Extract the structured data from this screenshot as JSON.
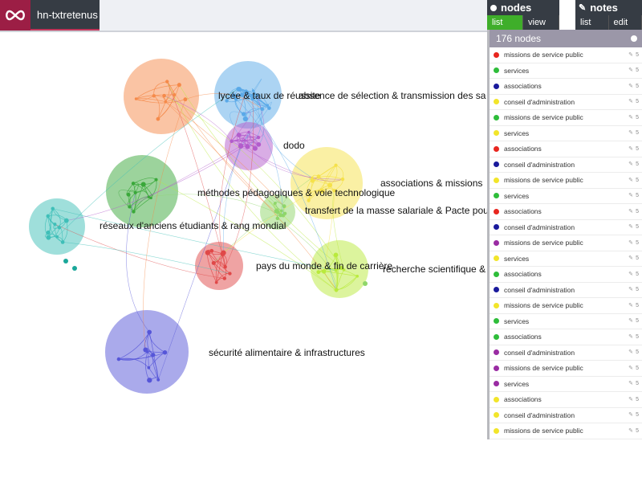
{
  "app": {
    "title": "hn-txtretenus",
    "logo": "infinity-icon"
  },
  "nodes_panel": {
    "title": "nodes",
    "tabs": [
      {
        "label": "list",
        "active": true
      },
      {
        "label": "view",
        "active": false
      }
    ]
  },
  "notes_panel": {
    "title": "notes",
    "tabs": [
      {
        "label": "list",
        "active": false
      },
      {
        "label": "edit",
        "active": false
      }
    ]
  },
  "list": {
    "header": "176 nodes",
    "rows": [
      {
        "label": "missions de service public",
        "color": "#e8261f",
        "count": "5"
      },
      {
        "label": "services",
        "color": "#2ebd3a",
        "count": "5"
      },
      {
        "label": "associations",
        "color": "#1a1a9c",
        "count": "5"
      },
      {
        "label": "conseil d'administration",
        "color": "#f2e52a",
        "count": "5"
      },
      {
        "label": "missions de service public",
        "color": "#2ebd3a",
        "count": "5"
      },
      {
        "label": "services",
        "color": "#f2e52a",
        "count": "5"
      },
      {
        "label": "associations",
        "color": "#e8261f",
        "count": "5"
      },
      {
        "label": "conseil d'administration",
        "color": "#1a1a9c",
        "count": "5"
      },
      {
        "label": "missions de service public",
        "color": "#f2e52a",
        "count": "5"
      },
      {
        "label": "services",
        "color": "#2ebd3a",
        "count": "5"
      },
      {
        "label": "associations",
        "color": "#e8261f",
        "count": "5"
      },
      {
        "label": "conseil d'administration",
        "color": "#1a1a9c",
        "count": "5"
      },
      {
        "label": "missions de service public",
        "color": "#9a2ca3",
        "count": "5"
      },
      {
        "label": "services",
        "color": "#f2e52a",
        "count": "5"
      },
      {
        "label": "associations",
        "color": "#2ebd3a",
        "count": "5"
      },
      {
        "label": "conseil d'administration",
        "color": "#1a1a9c",
        "count": "5"
      },
      {
        "label": "missions de service public",
        "color": "#f2e52a",
        "count": "5"
      },
      {
        "label": "services",
        "color": "#2ebd3a",
        "count": "5"
      },
      {
        "label": "associations",
        "color": "#2ebd3a",
        "count": "5"
      },
      {
        "label": "conseil d'administration",
        "color": "#9a2ca3",
        "count": "5"
      },
      {
        "label": "missions de service public",
        "color": "#9a2ca3",
        "count": "5"
      },
      {
        "label": "services",
        "color": "#9a2ca3",
        "count": "5"
      },
      {
        "label": "associations",
        "color": "#f2e52a",
        "count": "5"
      },
      {
        "label": "conseil d'administration",
        "color": "#f2e52a",
        "count": "5"
      },
      {
        "label": "missions de service public",
        "color": "#f2e52a",
        "count": "5"
      }
    ]
  },
  "graph": {
    "clusters": [
      {
        "label": "lycée & taux de réussite",
        "color": "#5aa9e8"
      },
      {
        "label": "absence de sélection & transmission des sa",
        "color": "#5aa9e8"
      },
      {
        "label": "dodo",
        "color": "#b35ccc"
      },
      {
        "label": "associations & missions",
        "color": "#f5e14a"
      },
      {
        "label": "méthodes pédagogiques & voie technologique",
        "color": "#3aa83a"
      },
      {
        "label": "transfert de la masse salariale & Pacte pou",
        "color": "#8fd66a"
      },
      {
        "label": "réseaux d'anciens étudiants & rang mondial",
        "color": "#3fbfb8"
      },
      {
        "label": "pays du monde & fin de carrière",
        "color": "#e04848"
      },
      {
        "label": "recherche scientifique &",
        "color": "#b9ea3c"
      },
      {
        "label": "sécurité alimentaire & infrastructures",
        "color": "#5656d8"
      },
      {
        "label": "",
        "color": "#f58a4a"
      }
    ]
  }
}
